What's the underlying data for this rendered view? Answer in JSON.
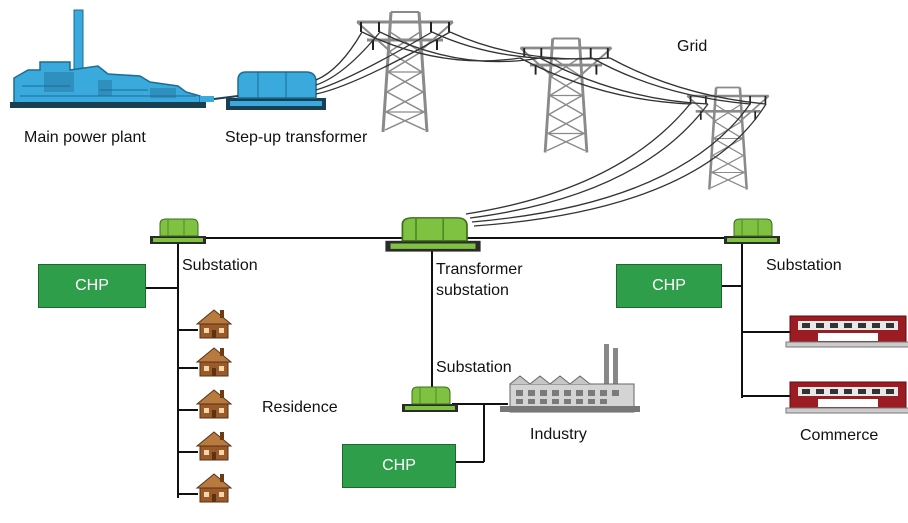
{
  "labels": {
    "grid": "Grid",
    "main_power_plant": "Main power plant",
    "step_up_transformer": "Step-up transformer",
    "substation_left": "Substation",
    "transformer_substation_line1": "Transformer",
    "transformer_substation_line2": "substation",
    "substation_right": "Substation",
    "substation_middle": "Substation",
    "residence": "Residence",
    "industry": "Industry",
    "commerce": "Commerce"
  },
  "chp_boxes": {
    "left": "CHP",
    "right": "CHP",
    "bottom": "CHP"
  },
  "colors": {
    "plant_blue": "#3aa9dc",
    "substation_green": "#7fc242",
    "chp_green": "#2e9e4b",
    "house_brown": "#9a5a2a",
    "commerce_red": "#9b1c22",
    "tower_gray": "#8a8a8a"
  }
}
